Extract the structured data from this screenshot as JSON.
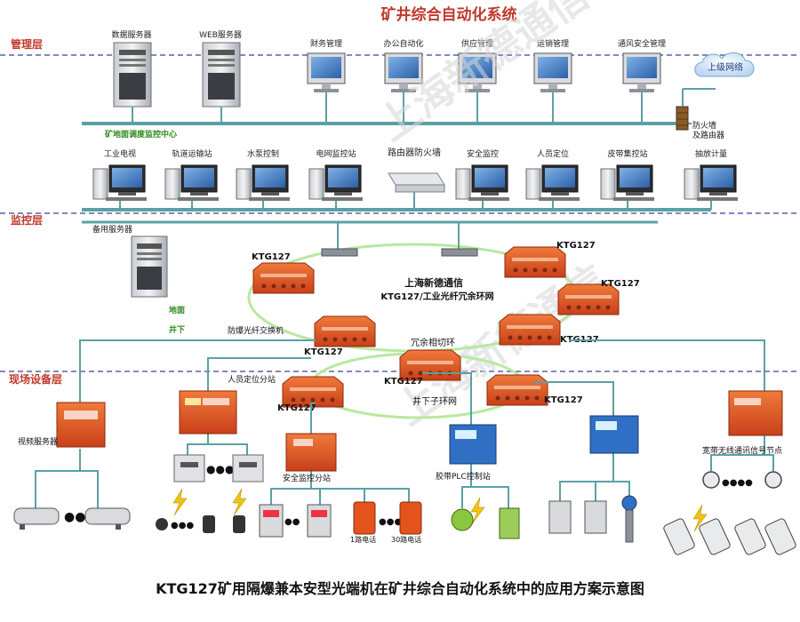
{
  "title": "矿井综合自动化系统",
  "layers": {
    "management": "管理层",
    "monitor": "监控层",
    "field": "现场设备层"
  },
  "mgmt_servers": [
    "数据服务器",
    "WEB服务器"
  ],
  "mgmt_terminals": [
    "财务管理",
    "办公自动化",
    "供应管理",
    "运销管理",
    "通风安全管理"
  ],
  "cloud_label": "上级网络",
  "firewall_label": "防火墙\n及路由器",
  "dispatch_center": "矿地面调度监控中心",
  "monitor_stations": [
    "工业电视",
    "轨道运输站",
    "水泵控制",
    "电网监控站",
    "安全监控",
    "人员定位",
    "皮带集控站",
    "抽放计量"
  ],
  "router_label": "路由器防火墙",
  "backup_server": "备用服务器",
  "surface": "地面",
  "underground": "井下",
  "ring": {
    "company": "上海新德通信",
    "name": "KTG127/工业光纤冗余环网",
    "tangent": "冗余相切环",
    "subring": "井下子环网",
    "node_label": "KTG127",
    "switch_label": "防爆光纤交换机"
  },
  "field_devices": {
    "video_server": "视频服务器",
    "personnel_branch": "人员定位分站",
    "safety_branch": "安全监控分站",
    "phone1": "1路电话",
    "phone30": "30路电话",
    "plc_station": "胶带PLC控制站",
    "wireless_node": "宽带无线通讯信号节点"
  },
  "watermark": "上海新德通信",
  "caption": "KTG127矿用隔爆兼本安型光端机在矿井综合自动化系统中的应用方案示意图",
  "colors": {
    "teal": "#5aa1a6",
    "red": "#c0392b",
    "green": "#2e8b1e",
    "orange": "#e2541c",
    "dash": "#5b5fa8"
  }
}
